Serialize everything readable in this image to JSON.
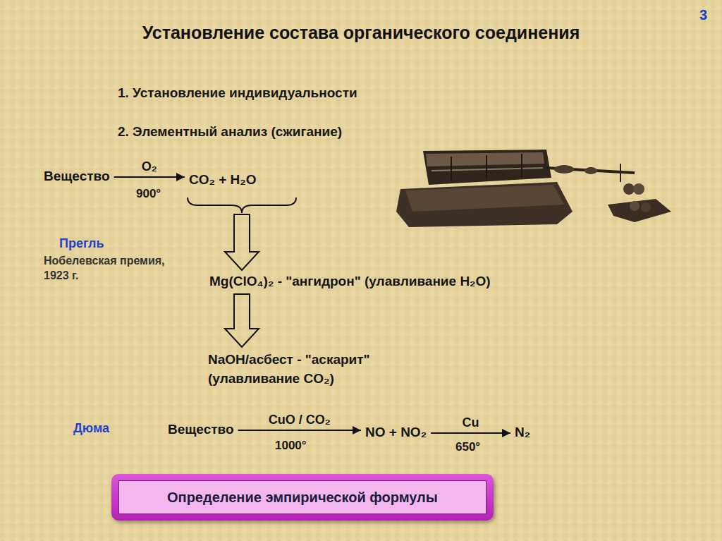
{
  "diagram": {
    "title": "Установление состава органического соединения",
    "nodes": [
      {
        "text": [
          "Вещество"
        ]
      },
      {
        "text": [
          "CO₂ + H₂O"
        ]
      },
      {
        "text": [
          "Mg(ClO₄)₂ - \"ангидрон\" (улавливание H₂O)"
        ]
      },
      {
        "text": [
          "NaOH/асбест - \"аскарит\" (улавливание CO₂)"
        ]
      },
      {
        "text": [
          "Вещество"
        ]
      },
      {
        "text": [
          "NO + NO₂"
        ]
      },
      {
        "text": [
          "N₂"
        ]
      },
      {
        "text": [
          "Определение эмпирической формулы"
        ]
      }
    ],
    "edges": [
      {
        "from": 0,
        "to": 1,
        "arrow": "to",
        "label": "O₂"
      },
      {
        "from": 1,
        "to": 2,
        "arrow": "to"
      },
      {
        "from": 2,
        "to": 3,
        "arrow": "to"
      },
      {
        "from": 4,
        "to": 5,
        "arrow": "to",
        "label": "CuO / CO₂"
      },
      {
        "from": 5,
        "to": 6,
        "arrow": "to",
        "label": "Cu"
      }
    ],
    "labels": [
      "3",
      "1. Установление индивидуальности",
      "2. Элементный анализ (сжигание)",
      "900°",
      "Прегль",
      "Нобелевская премия, 1923 г.",
      "1000°",
      "650°",
      "Дюма"
    ]
  }
}
